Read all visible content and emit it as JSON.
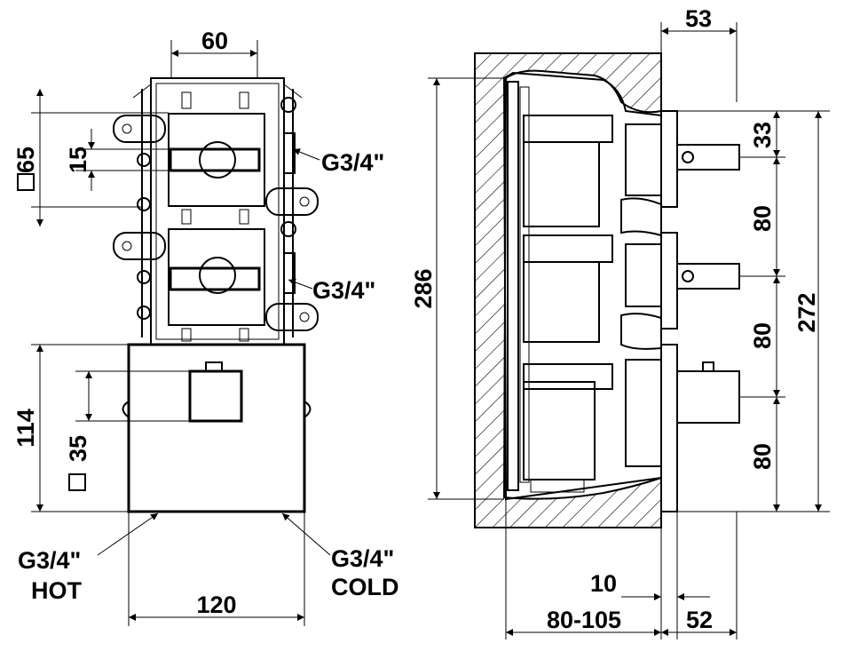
{
  "front_view": {
    "dim_top_width": "60",
    "dim_square_top": "65",
    "dim_small": "15",
    "dim_box_height": "114",
    "dim_square_bottom": "35",
    "dim_bottom_width": "120",
    "thread_upper": "G3/4\"",
    "thread_lower": "G3/4\"",
    "hot_thread": "G3/4\"",
    "hot_label": "HOT",
    "cold_thread": "G3/4\"",
    "cold_label": "COLD"
  },
  "side_view": {
    "dim_top": "53",
    "dim_height": "286",
    "dim_33": "33",
    "dim_80_a": "80",
    "dim_80_b": "80",
    "dim_80_c": "80",
    "dim_272": "272",
    "dim_10": "10",
    "dim_depth": "80-105",
    "dim_52": "52"
  },
  "colors": {
    "line": "#000000",
    "background": "#ffffff"
  }
}
